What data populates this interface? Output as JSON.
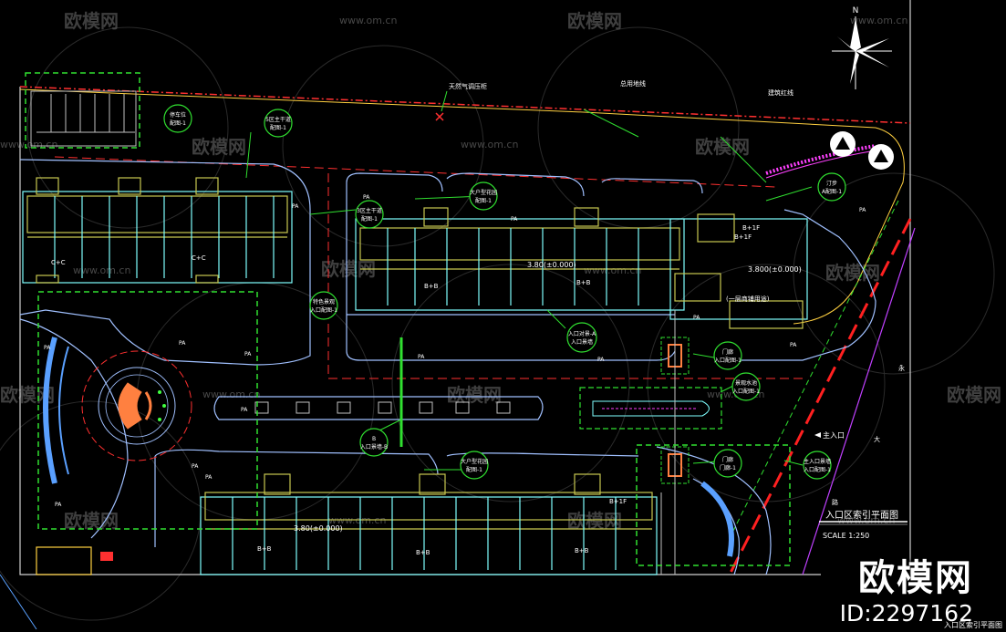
{
  "watermarks": {
    "logo_text": "欧模网",
    "url_text": "www.om.cn"
  },
  "compass": {
    "north_label": "N"
  },
  "labels": {
    "gas_station": "天然气调压柜",
    "property_line": "总用地线",
    "building_red_line": "建筑红线",
    "parking": "停车位",
    "parking_sub": "配图-1",
    "main_line_a": "5区主干道",
    "main_line_a_sub": "配图-1",
    "main_line_b": "3区主干道",
    "main_line_b_sub": "配图-1",
    "house_entry_a": "大户型花园",
    "house_entry_a_sub": "配图-1",
    "house_entry_b": "大户型花园",
    "house_entry_b_sub": "配图-1",
    "feature_entrance": "特色景观",
    "feature_entrance_sub": "入口配图-1",
    "walkway": "汀步",
    "walkway_sub": "A配图-1",
    "entry_plaza_a": "入口对景-A",
    "entry_plaza_a_sub": "入口景墙",
    "entry_plaza_b_top": "B",
    "entry_plaza_b": "入口景墙-B",
    "gate_a": "门廊",
    "gate_a_sub": "入口配图-1",
    "gate_b": "门廊",
    "gate_b_sub": "门廊-1",
    "water_feature": "景观水池",
    "water_feature_sub": "入口配图-1",
    "main_entry_plaza": "主入口景墙",
    "main_entry_plaza_sub": "入口配图-1",
    "main_entrance": "主入口",
    "first_floor_note": "(一层商铺用途)",
    "elevation_a": "3.80(±0.000)",
    "elevation_b": "3.80(±0.000)",
    "elevation_c": "3.800(±0.000)",
    "unit_b1": "B+1F",
    "unit_b2": "B+1F",
    "unit_cc": "C+C",
    "unit_cc2": "C+C",
    "unit_bb": "B+B",
    "unit_bb2": "B+B",
    "unit_bb3": "B+B",
    "unit_bb4": "B+B",
    "unit_b1f": "B+1F",
    "pa": "PA",
    "road_right": "大",
    "road_right2": "永",
    "road_bottom": "路",
    "drawing_title": "入口区索引平面图",
    "scale_text": "SCALE 1:250"
  },
  "brand": {
    "name": "欧模网",
    "id": "ID:2297162",
    "corner_title": "入口区索引平面图"
  },
  "colors": {
    "background": "#000000",
    "building_outline": "#7fffff",
    "building_wall": "#c8c850",
    "property_line": "#ff3030",
    "index_circle": "#30e030",
    "road": "#a0c0ff",
    "paving": "#ff40ff",
    "axis": "#ff3030"
  }
}
